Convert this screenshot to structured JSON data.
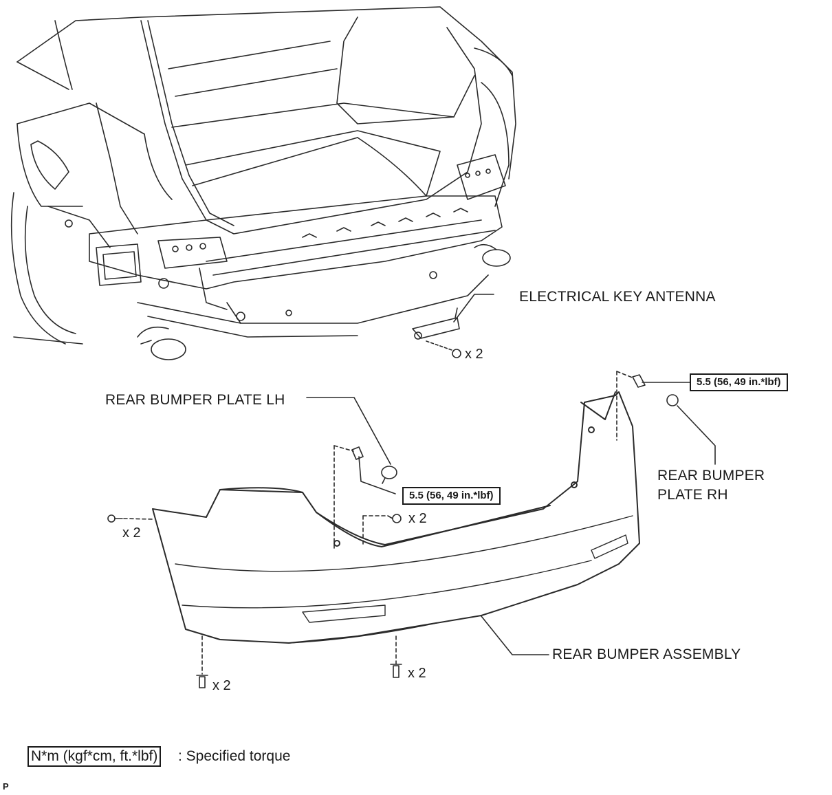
{
  "labels": {
    "electrical_key_antenna": "ELECTRICAL KEY ANTENNA",
    "rear_bumper_plate_lh": "REAR BUMPER PLATE LH",
    "rear_bumper_plate_rh_line1": "REAR BUMPER",
    "rear_bumper_plate_rh_line2": "PLATE RH",
    "rear_bumper_assembly": "REAR BUMPER ASSEMBLY"
  },
  "torque": {
    "plate_rh": "5.5 (56, 49 in.*lbf)",
    "plate_lh": "5.5 (56, 49 in.*lbf)"
  },
  "counts": {
    "antenna_nut": "x 2",
    "left_side_screw": "x 2",
    "center_clip": "x 2",
    "bottom_left_screw": "x 2",
    "bottom_center_screw": "x 2"
  },
  "legend": {
    "unit_box": "N*m (kgf*cm, ft.*lbf)",
    "description": ": Specified torque"
  },
  "figure_code": "P"
}
